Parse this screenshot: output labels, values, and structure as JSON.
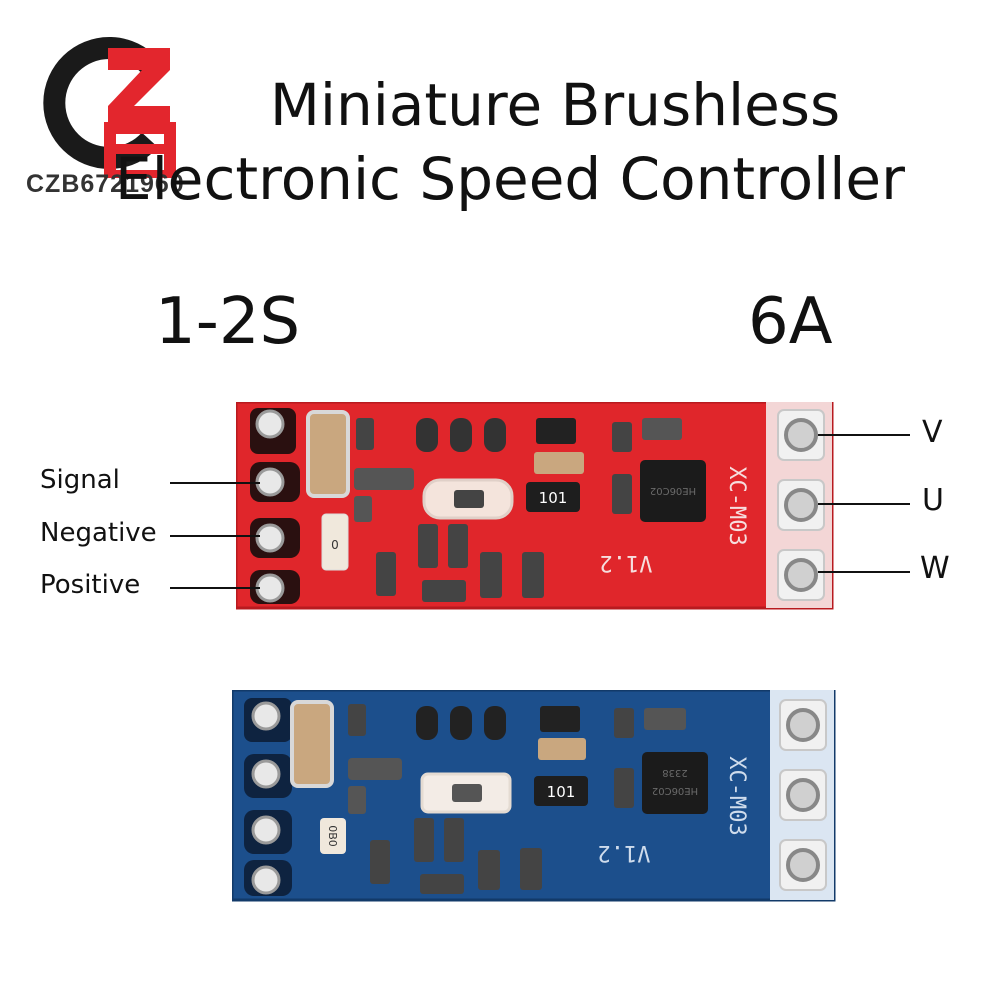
{
  "watermark": "CZB6721960",
  "title": {
    "line1": "Miniature Brushless",
    "line2": "Electronic Speed Controller"
  },
  "specs": {
    "voltage": "1-2S",
    "current": "6A"
  },
  "pins_left": {
    "signal": "Signal",
    "negative": "Negative",
    "positive": "Positive"
  },
  "pins_right": {
    "v": "V",
    "u": "U",
    "w": "W"
  },
  "boards": {
    "red": {
      "color": "#e0262b",
      "resistor_label": "101",
      "version": "V1.2",
      "chip_label": "HE06C02",
      "silk_label": "XC-M03",
      "small_label": "0"
    },
    "blue": {
      "color": "#1c4f8c",
      "resistor_label": "101",
      "version": "V1.2",
      "chip_label": "HE06C02",
      "chip_code": "2338",
      "silk_label": "XC-M03",
      "small_label": "0B0"
    }
  },
  "colors": {
    "logo_dark": "#1a1a1a",
    "logo_red": "#e3262d",
    "pad_gold": "#c9b48a",
    "pad_metal": "#d8d8d8"
  }
}
